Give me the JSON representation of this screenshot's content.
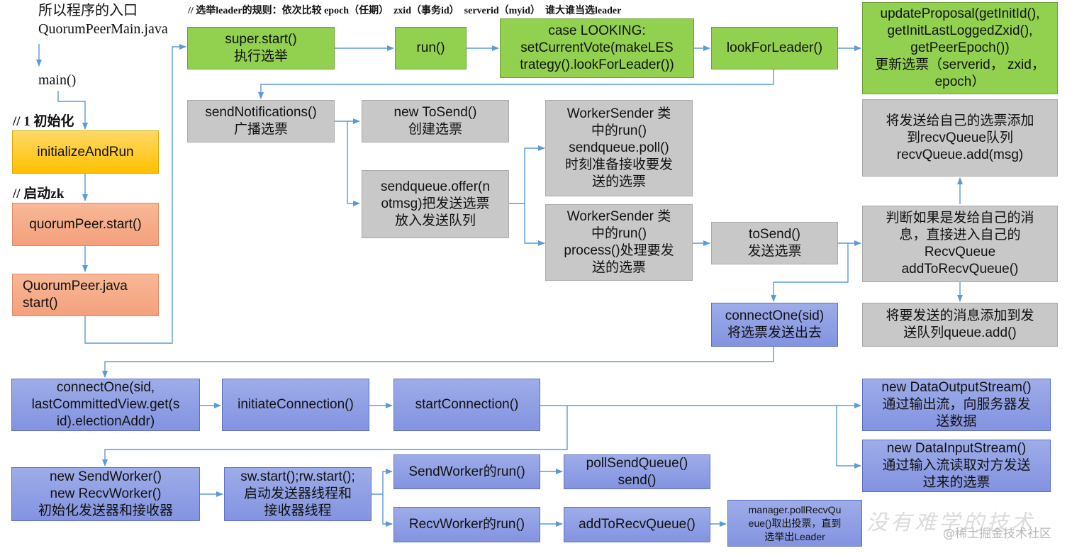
{
  "annotations": {
    "entry": "所以程序的入口\nQuorumPeerMain.java",
    "main": "main()",
    "init": "// 1 初始化",
    "start_zk": "// 启动zk",
    "rule": "// 选举leader的规则：依次比较 epoch（任期）  zxid（事务id）  serverid（myid）  谁大谁当选leader"
  },
  "nodes": {
    "initializeAndRun": "initializeAndRun",
    "quorumPeerStart": "quorumPeer.start()",
    "quorumPeerJava": "QuorumPeer.java\nstart()",
    "superStart": "super.start()\n执行选举",
    "run": "run()",
    "caseLooking": "case LOOKING:\nsetCurrentVote(makeLES\ntrategy().lookForLeader())",
    "lookForLeader": "lookForLeader()",
    "updateProposal": "updateProposal(getInitId(),\ngetInitLastLoggedZxid(),\ngetPeerEpoch())\n更新选票（serverid， zxid，\nepoch）",
    "sendNotifications": "sendNotifications()\n广播选票",
    "newToSend": "new ToSend()\n创建选票",
    "sendqueueOffer": "sendqueue.offer(n\notmsg)把发送选票\n放入发送队列",
    "workerSenderPoll": "WorkerSender 类\n中的run()\nsendqueue.poll()\n时刻准备接收要发\n送的选票",
    "workerSenderProcess": "WorkerSender 类\n中的run()\nprocess()处理要发\n送的选票",
    "toSend": "toSend()\n发送选票",
    "recvQueueAdd": "将发送给自己的选票添加\n到recvQueue队列\nrecvQueue.add(msg)",
    "judgeSelf": "判断如果是发给自己的消\n息，直接进入自己的\nRecvQueue\naddToRecvQueue()",
    "queueAdd": "将要发送的消息添加到发\n送队列queue.add()",
    "connectOneSid": "connectOne(sid)\n将选票发送出去",
    "connectOneView": "connectOne(sid,\nlastCommittedView.get(s\nid).electionAddr)",
    "initiateConnection": "initiateConnection()",
    "startConnection": "startConnection()",
    "dataOutput": "new DataOutputStream()\n通过输出流，向服务器发\n送数据",
    "dataInput": "new DataInputStream()\n通过输入流读取对方发送\n过来的选票",
    "newWorkers": "new SendWorker()\nnew RecvWorker()\n初始化发送器和接收器",
    "swStart": "sw.start();rw.start();\n启动发送器线程和\n接收器线程",
    "sendWorkerRun": "SendWorker的run()",
    "pollSendQueue": "pollSendQueue()\nsend()",
    "recvWorkerRun": "RecvWorker的run()",
    "addToRecvQueue": "addToRecvQueue()",
    "managerPoll": "manager.pollRecvQu\neue()取出投票，直到\n选举出Leader"
  },
  "watermark": "没有难学的技术",
  "credit": "@稀土掘金技术社区",
  "colors": {
    "green": "#92d050",
    "yellow": "#ffc000",
    "orange": "#f4a07c",
    "gray": "#c8c8c8",
    "blue": "#8e9ee6",
    "connector": "#5b9bd5"
  }
}
